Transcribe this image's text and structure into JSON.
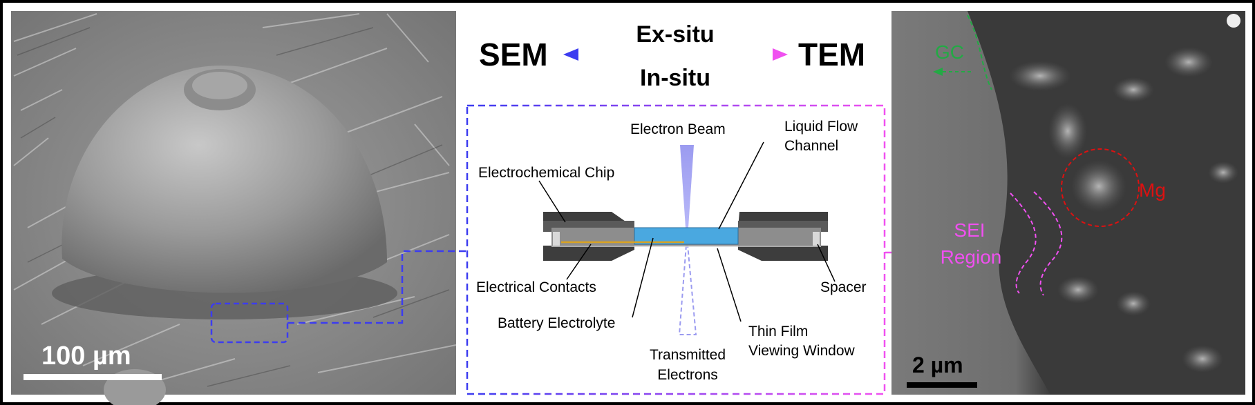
{
  "header": {
    "left": "SEM",
    "right": "TEM",
    "top": "Ex-situ",
    "bottom": "In-situ"
  },
  "left_panel": {
    "scale_bar": "100 µm"
  },
  "schematic": {
    "labels": {
      "electron_beam": "Electron Beam",
      "liquid_flow_1": "Liquid Flow",
      "liquid_flow_2": "Channel",
      "electrochemical_chip": "Electrochemical Chip",
      "electrical_contacts": "Electrical Contacts",
      "battery_electrolyte": "Battery Electrolyte",
      "spacer": "Spacer",
      "thin_film_1": "Thin Film",
      "thin_film_2": "Viewing Window",
      "transmitted_1": "Transmitted",
      "transmitted_2": "Electrons"
    }
  },
  "right_panel": {
    "gc": "GC",
    "mg": "Mg",
    "sei_1": "SEI",
    "sei_2": "Region",
    "scale_bar": "2 µm"
  },
  "colors": {
    "blue": "#3c3cf0",
    "magenta": "#f050f0",
    "green": "#22aa44",
    "red": "#dd1111",
    "electrolyte": "#4aa8e0",
    "beam": "#9b9bf0"
  }
}
